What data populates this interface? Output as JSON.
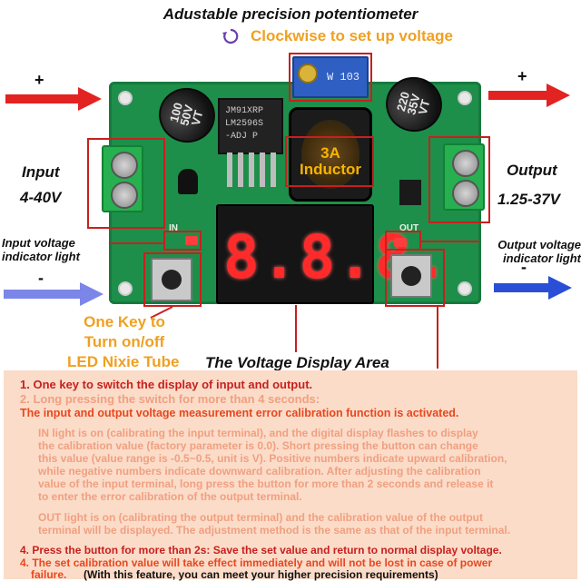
{
  "header": {
    "title": "Adustable precision potentiometer",
    "subtitle": "Clockwise to set up voltage"
  },
  "board": {
    "cap_left": [
      "100",
      "50V",
      "VT"
    ],
    "cap_right": [
      "220",
      "35V",
      "VT"
    ],
    "chip_lines": [
      "JM91XRP",
      "LM2596S",
      "-ADJ   P"
    ],
    "pot_label": "W 103",
    "inductor_label": "3A Inductor",
    "display_digits": "8.8.8.",
    "silk_in": "IN",
    "silk_out": "OUT"
  },
  "labels": {
    "plus": "+",
    "minus": "-",
    "input_title": "Input",
    "input_range": "4-40V",
    "output_title": "Output",
    "output_range": "1.25-37V",
    "input_indicator": "Input voltage indicator light",
    "output_indicator": "Output voltage indicator light",
    "one_key": "One Key to Turn on/off",
    "led_tube": "LED Nixie Tube",
    "display_area": "The Voltage Display Area"
  },
  "colors": {
    "arrow_red": "#e32222",
    "arrow_blue": "#2a4fd6",
    "accent_orange": "#f0a020",
    "callout_red": "#c8201e"
  },
  "info": {
    "line1": "1. One key to switch the display of input and output.",
    "line2": "2. Long pressing the switch for more than 4 seconds:",
    "line3": "The input and output voltage measurement error calibration function is activated.",
    "para_in": [
      "IN light is on (calibrating the input terminal), and the digital display flashes to display",
      "the calibration value (factory parameter is 0.0). Short pressing the button can change",
      "this value (value range is -0.5~0.5, unit is V). Positive numbers indicate upward calibration,",
      "while negative numbers indicate downward calibration. After adjusting the calibration",
      "value of the input terminal, long press the button for more than 2 seconds and release it",
      "to enter the error calibration of the output terminal."
    ],
    "para_out": [
      "OUT light is on (calibrating the output terminal) and the calibration value of the output",
      "terminal will be displayed. The adjustment method is the same as that of the input terminal."
    ],
    "line4": "4.  Press the button for more than 2s: Save the set value and return to normal display voltage.",
    "line5": "4. The set calibration value will take effect immediately and will not be lost in case of power",
    "line6a": "failure.",
    "line6b": "(With this feature, you can meet your higher precision requirements)"
  }
}
